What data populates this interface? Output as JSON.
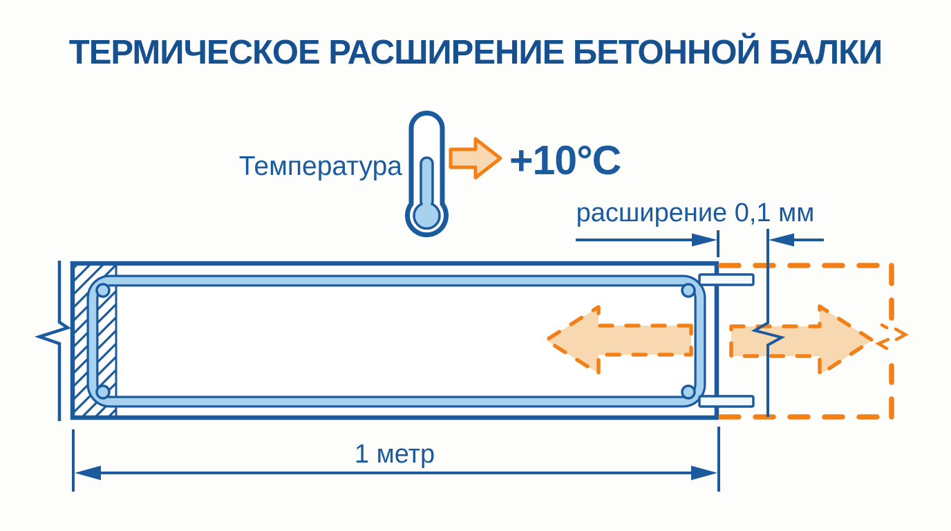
{
  "title": "ТЕРМИЧЕСКОЕ РАСШИРЕНИЕ БЕТОННОЙ БАЛКИ",
  "temperature": {
    "label": "Температура",
    "value": "+10°C"
  },
  "dimensions": {
    "expansion": {
      "label": "расширение 0,1 мм"
    },
    "length": {
      "label": "1 метр"
    }
  },
  "icons": {
    "thermometer": "thermometer-icon",
    "temperature_rise": "temperature-arrow-icon",
    "expansion_left": "expansion-arrow-left-icon",
    "expansion_right": "expansion-arrow-right-icon"
  },
  "colors": {
    "dark_blue": "#1b5a9c",
    "title_blue": "#17508f",
    "light_blue": "#a6d1ef",
    "pale_blue": "#f4f9fd",
    "orange": "#f28018",
    "light_orange": "#f8d8b0",
    "background": "#fdfdfc",
    "white": "#ffffff"
  }
}
